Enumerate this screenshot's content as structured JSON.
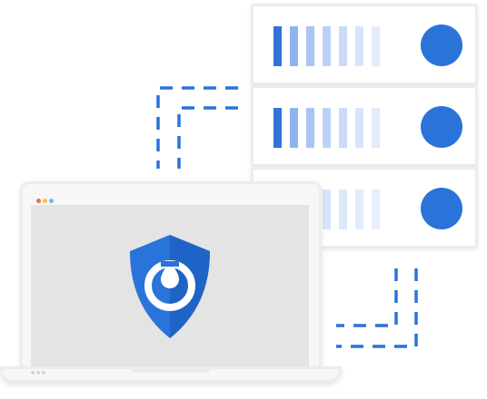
{
  "colors": {
    "accent": "#2a73d9",
    "bar_dark": "#2f74d8",
    "bar_mid": "#8fb3ee",
    "bar_light": "#c3d6f6",
    "bar_faint": "#dde8fa",
    "screen": "#e4e4e4",
    "frame": "#ececec",
    "dot_red": "#f26a5a",
    "dot_yellow": "#f6c343",
    "dot_green": "#59c6e8"
  },
  "icons": {
    "shield": "shield-icon",
    "power": "power-drop-icon",
    "server_status": "status-light-icon"
  },
  "servers": [
    {
      "name": "server-unit-1"
    },
    {
      "name": "server-unit-2"
    },
    {
      "name": "server-unit-3"
    }
  ]
}
